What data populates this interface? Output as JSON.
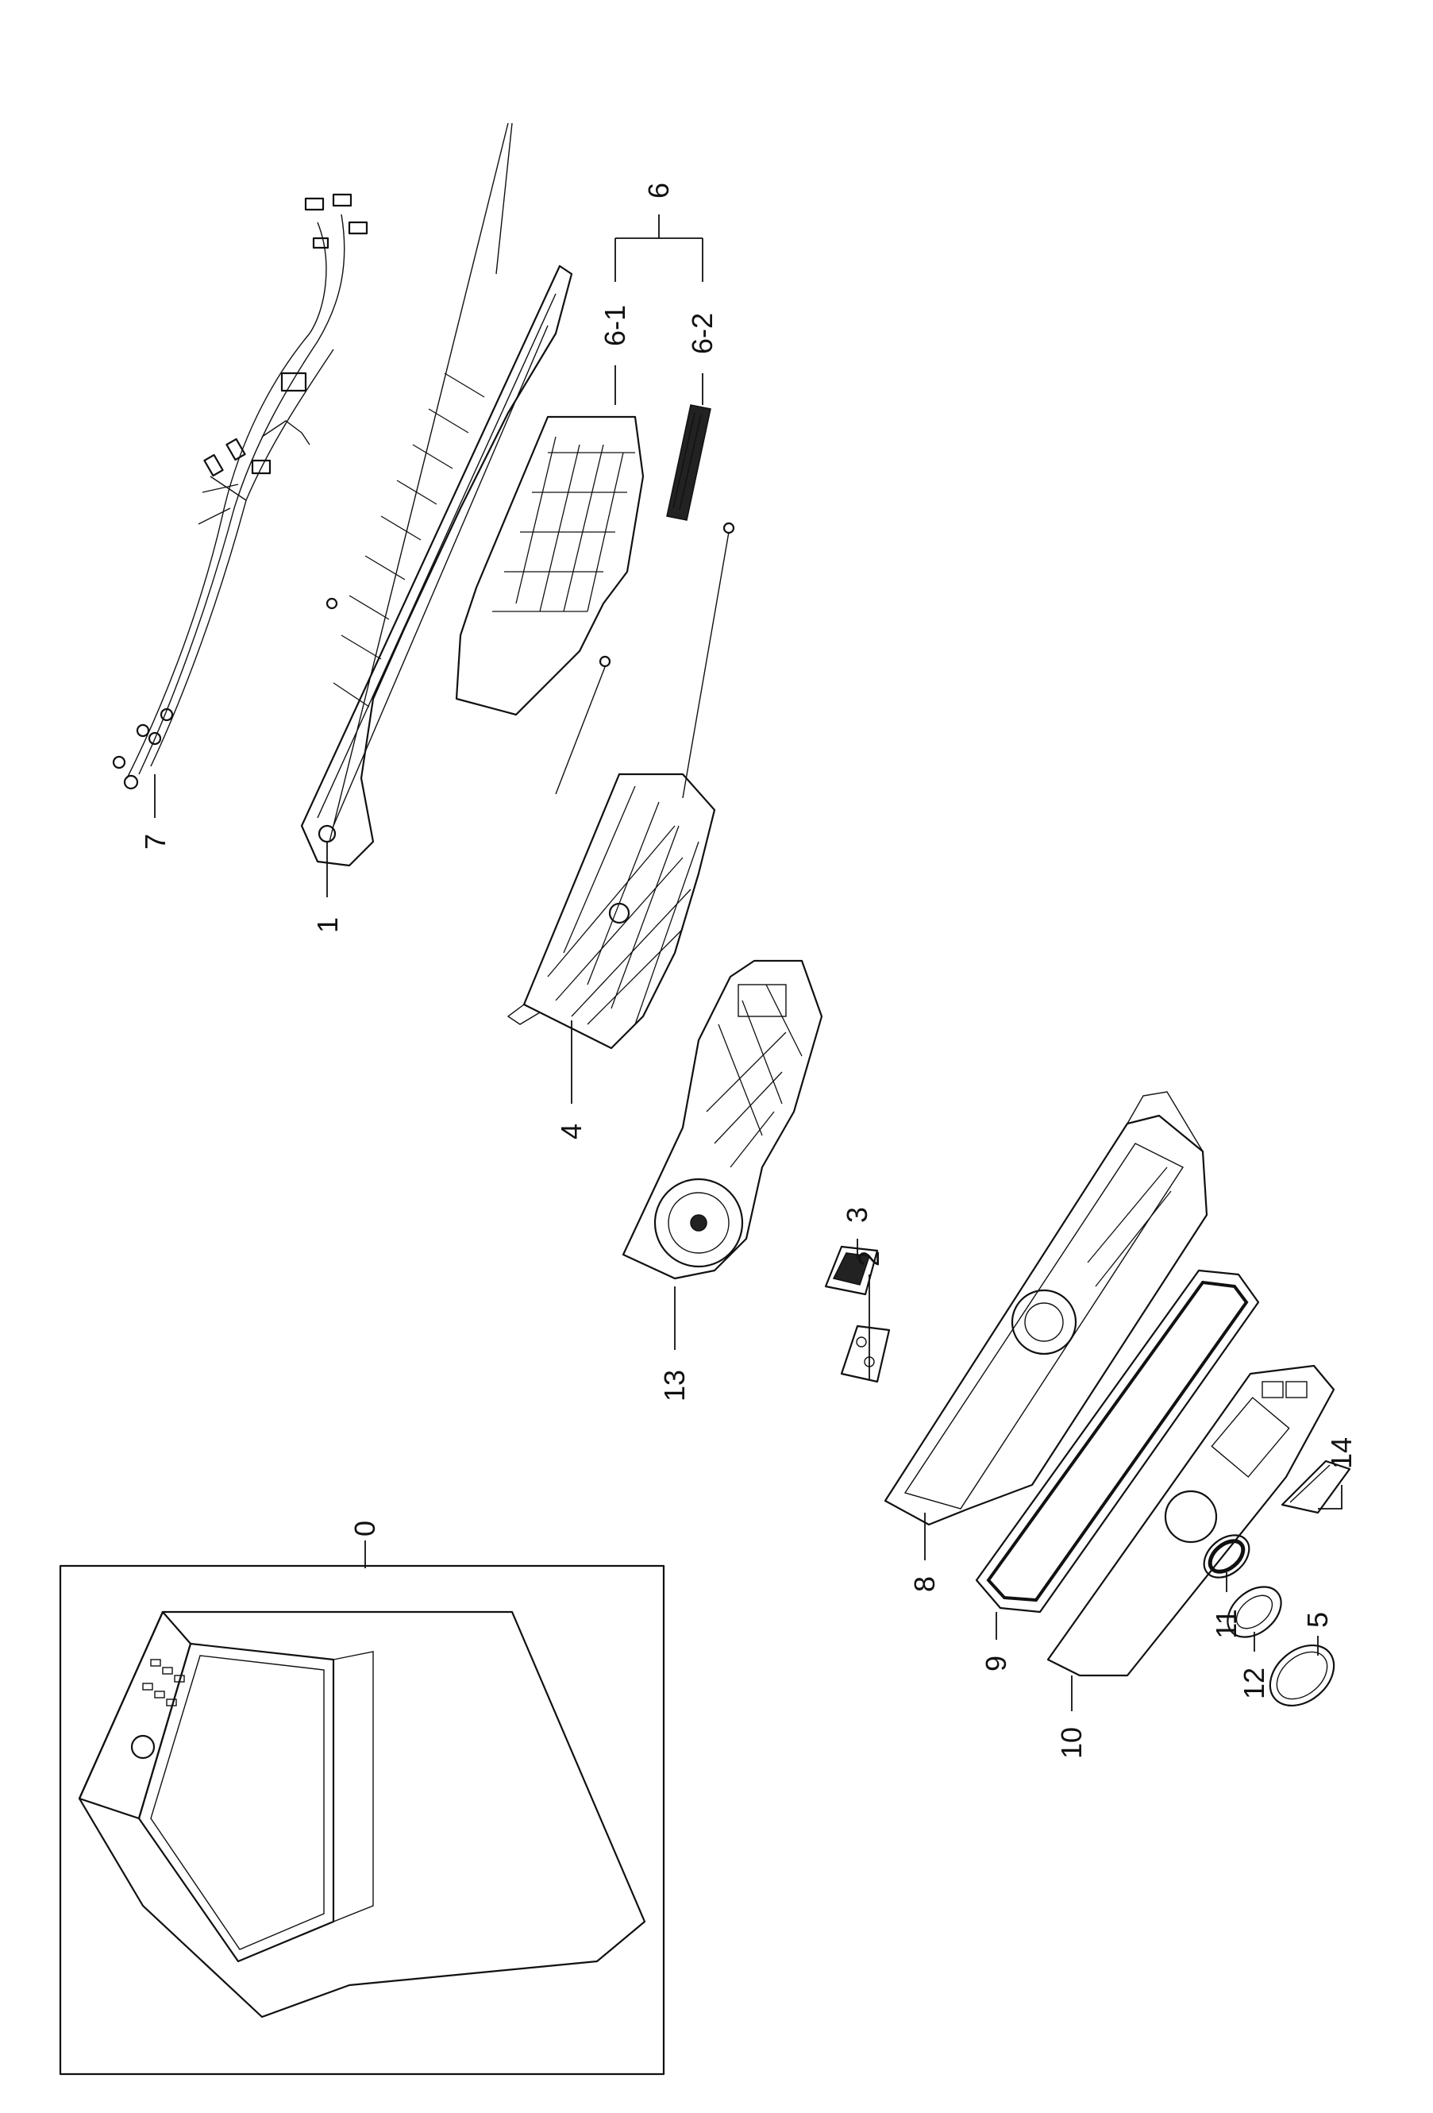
{
  "callouts": {
    "c0": "0",
    "c1": "1",
    "c2": "2",
    "c3": "3",
    "c4": "4",
    "c5": "5",
    "c6": "6",
    "c6_1": "6-1",
    "c6_2": "6-2",
    "c7": "7",
    "c8": "8",
    "c9": "9",
    "c10": "10",
    "c11": "11",
    "c12": "12",
    "c13": "13",
    "c14": "14"
  }
}
